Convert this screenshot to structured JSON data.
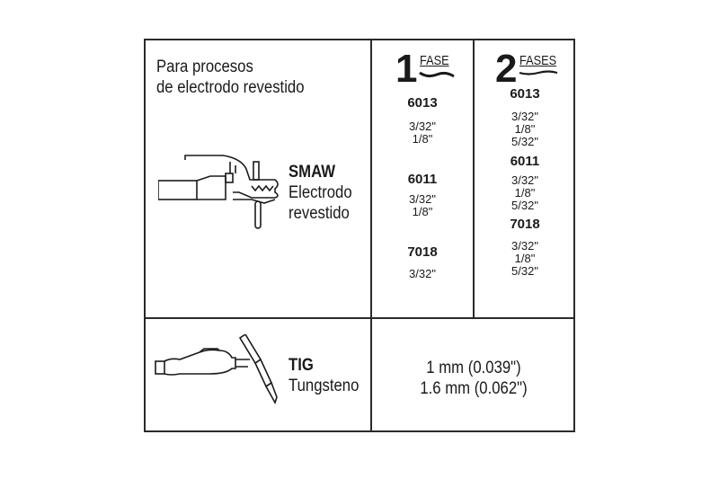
{
  "intro": {
    "line1": "Para procesos",
    "line2": "de electrodo revestido"
  },
  "smaw": {
    "title": "SMAW",
    "line1": "Electrodo",
    "line2": "revestido",
    "icon": "electrode-holder-icon"
  },
  "tig": {
    "title": "TIG",
    "line1": "Tungsteno",
    "icon": "tig-torch-icon",
    "sizes": [
      "1 mm (0.039\")",
      "1.6 mm (0.062\")"
    ]
  },
  "phase1": {
    "number": "1",
    "label": "FASE",
    "electrodes": [
      {
        "code": "6013",
        "sizes": [
          "3/32\"",
          "1/8\""
        ]
      },
      {
        "code": "6011",
        "sizes": [
          "3/32\"",
          "1/8\""
        ]
      },
      {
        "code": "7018",
        "sizes": [
          "3/32\""
        ]
      }
    ]
  },
  "phase2": {
    "number": "2",
    "label": "FASES",
    "electrodes": [
      {
        "code": "6013",
        "sizes": [
          "3/32\"",
          "1/8\"",
          "5/32\""
        ]
      },
      {
        "code": "6011",
        "sizes": [
          "3/32\"",
          "1/8\"",
          "5/32\""
        ]
      },
      {
        "code": "7018",
        "sizes": [
          "3/32\"",
          "1/8\"",
          "5/32\""
        ]
      }
    ]
  }
}
